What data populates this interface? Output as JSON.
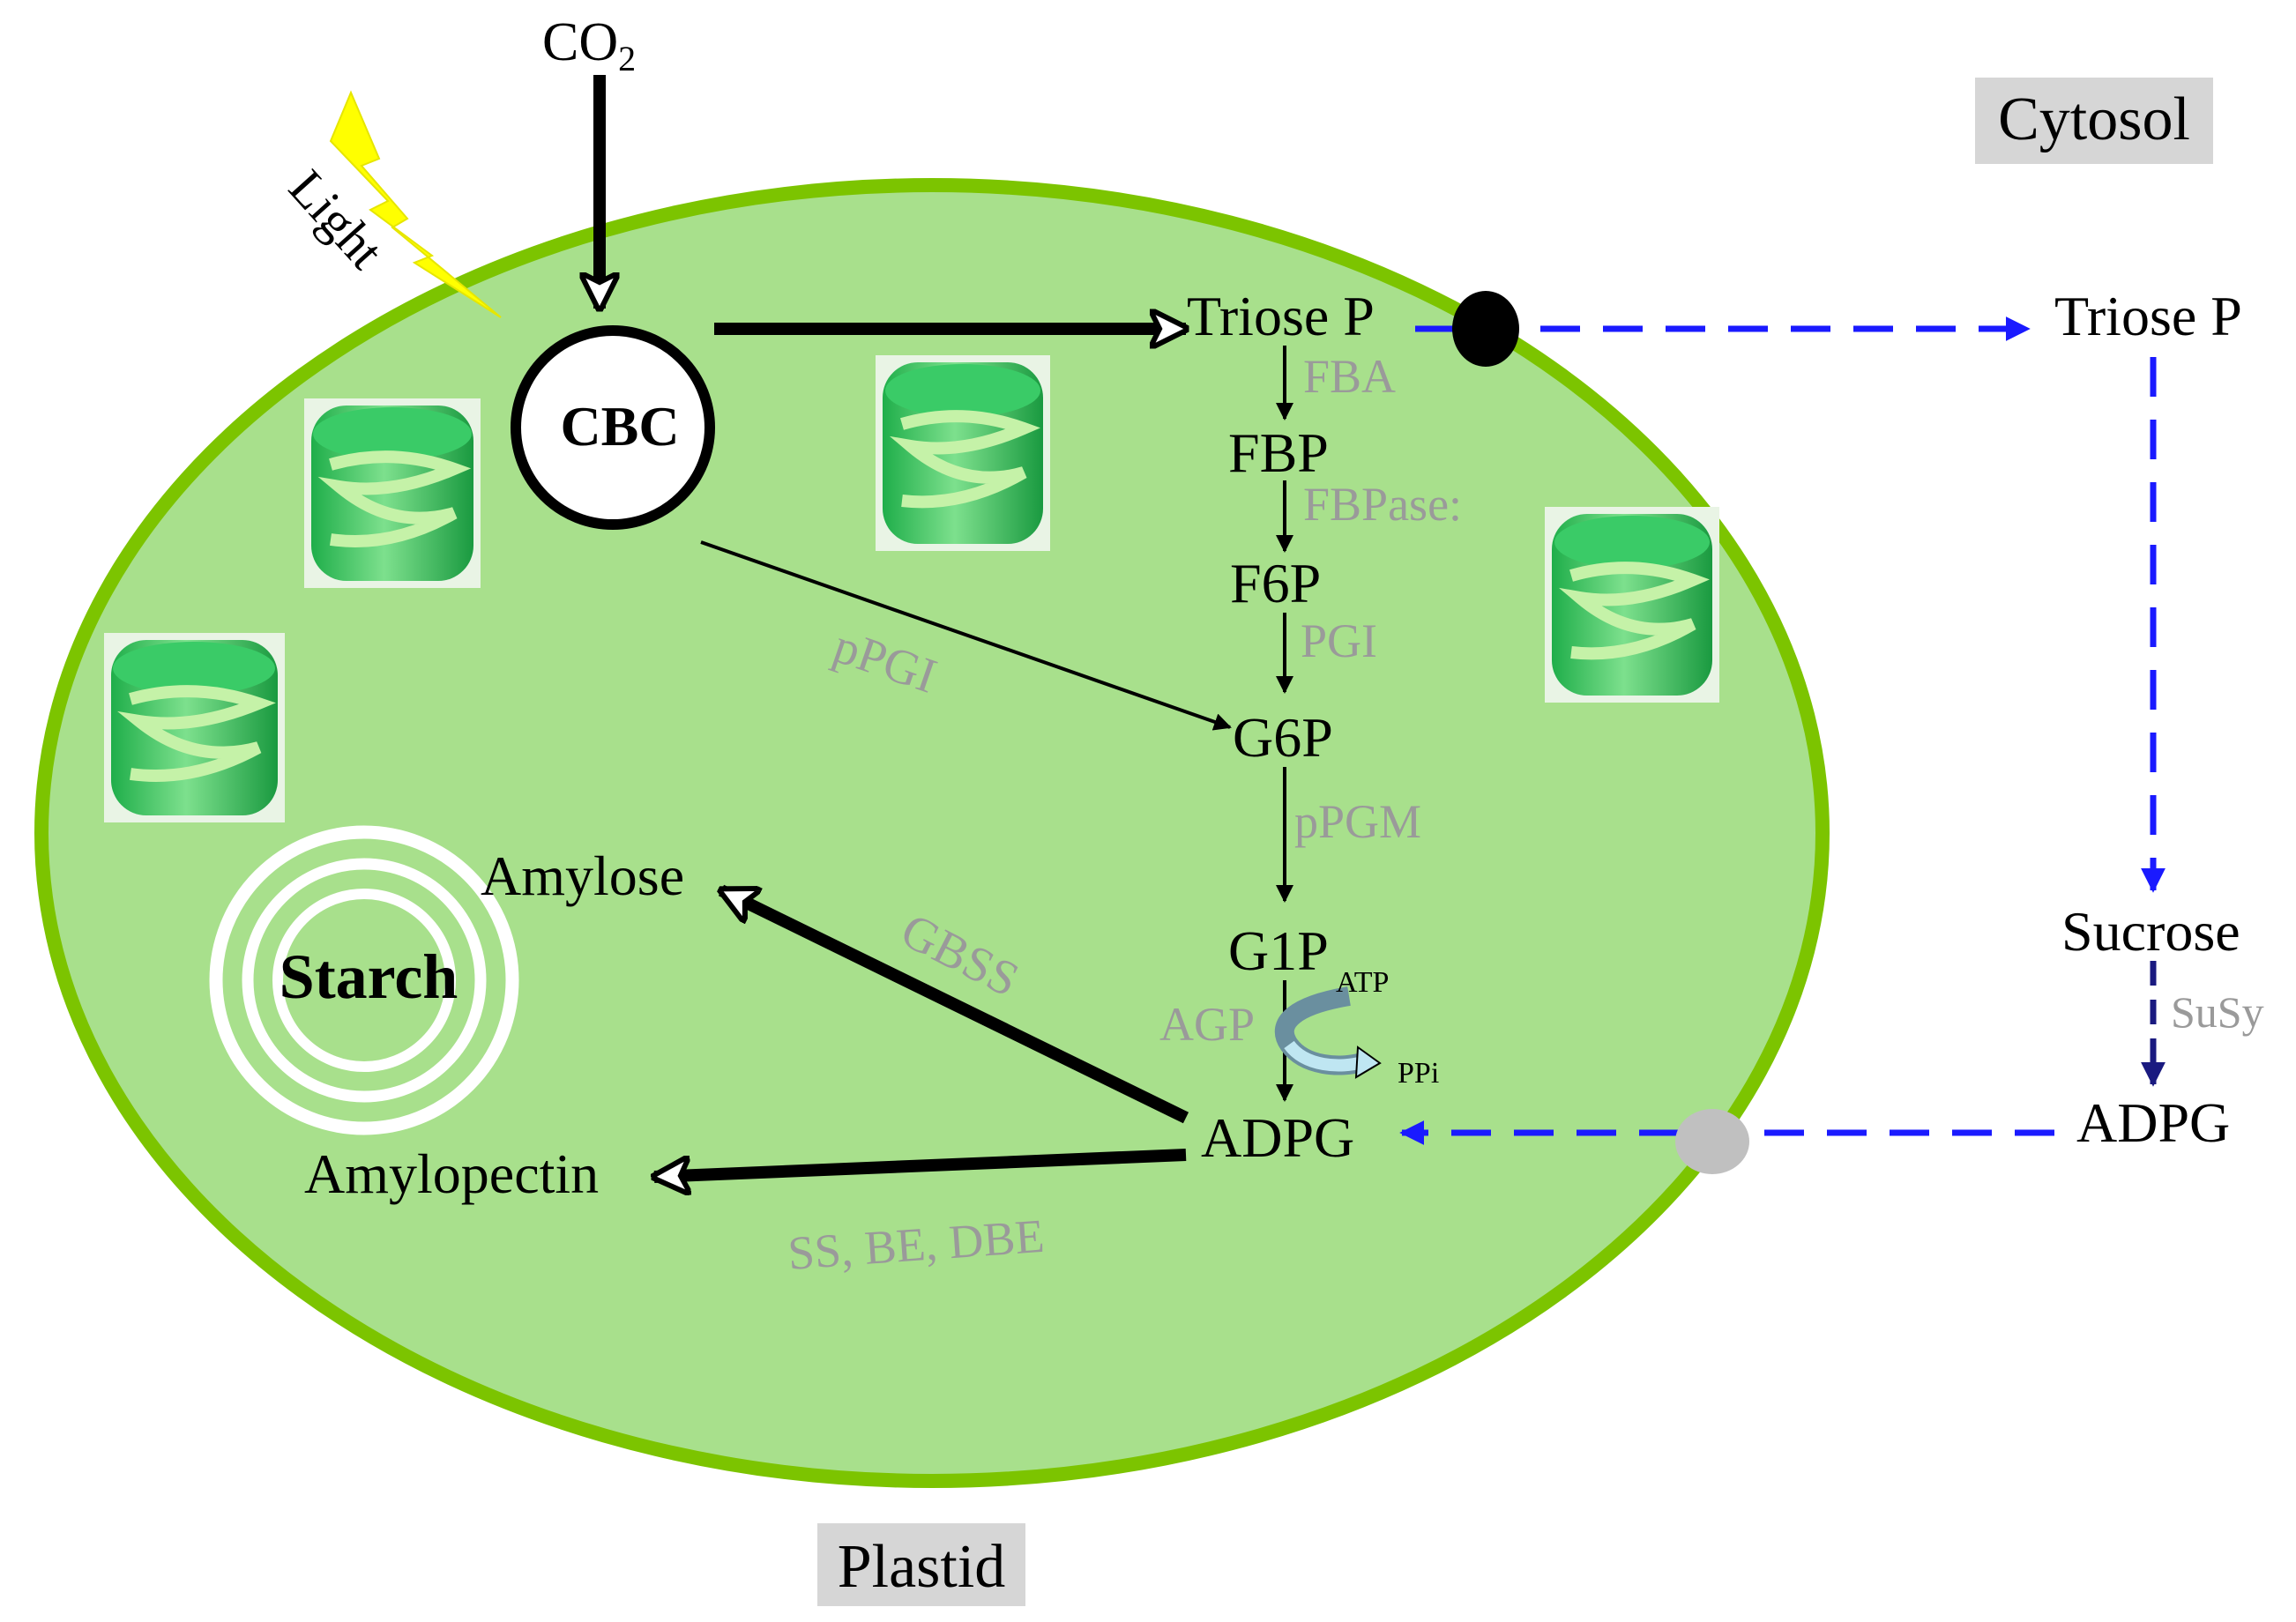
{
  "compartments": {
    "plastid": "Plastid",
    "cytosol": "Cytosol"
  },
  "inputs": {
    "co2_main": "CO",
    "co2_sub": "2",
    "light": "Light"
  },
  "cycle": {
    "label": "CBC"
  },
  "metabolites": {
    "triose_p_plastid": "Triose P",
    "fbp": "FBP",
    "f6p": "F6P",
    "g6p": "G6P",
    "g1p": "G1P",
    "adpg_plastid": "ADPG",
    "amylose": "Amylose",
    "amylopectin": "Amylopectin",
    "starch": "Starch",
    "triose_p_cytosol": "Triose P",
    "sucrose": "Sucrose",
    "adpg_cytosol": "ADPG",
    "atp": "ATP",
    "ppi": "PPi"
  },
  "enzymes": {
    "fba": "FBA",
    "fbpase": "FBPase:",
    "pgi": "PGI",
    "ppgi": "pPGI",
    "ppgm": "pPGM",
    "agp": "AGP",
    "gbss": "GBSS",
    "ss_be_dbe": "SS, BE, DBE",
    "susy": "SuSy"
  },
  "colors": {
    "plastid_fill": "#a8e08c",
    "plastid_border": "#7cc400",
    "thylakoid": "#2fbf5a",
    "transport_arrow": "#1a1aff",
    "susy_arrow": "#1a1a80",
    "enzyme_text": "#9a9a9a",
    "label_bg": "#d6d6d6",
    "light_bolt": "#ffff00",
    "translocator_grey": "#c0c0c0"
  },
  "icons": {
    "light": "lightning-bolt-icon",
    "thylakoid": "grana-stack-icon",
    "starch": "starch-granule-icon",
    "transporter": "translocator-icon"
  }
}
